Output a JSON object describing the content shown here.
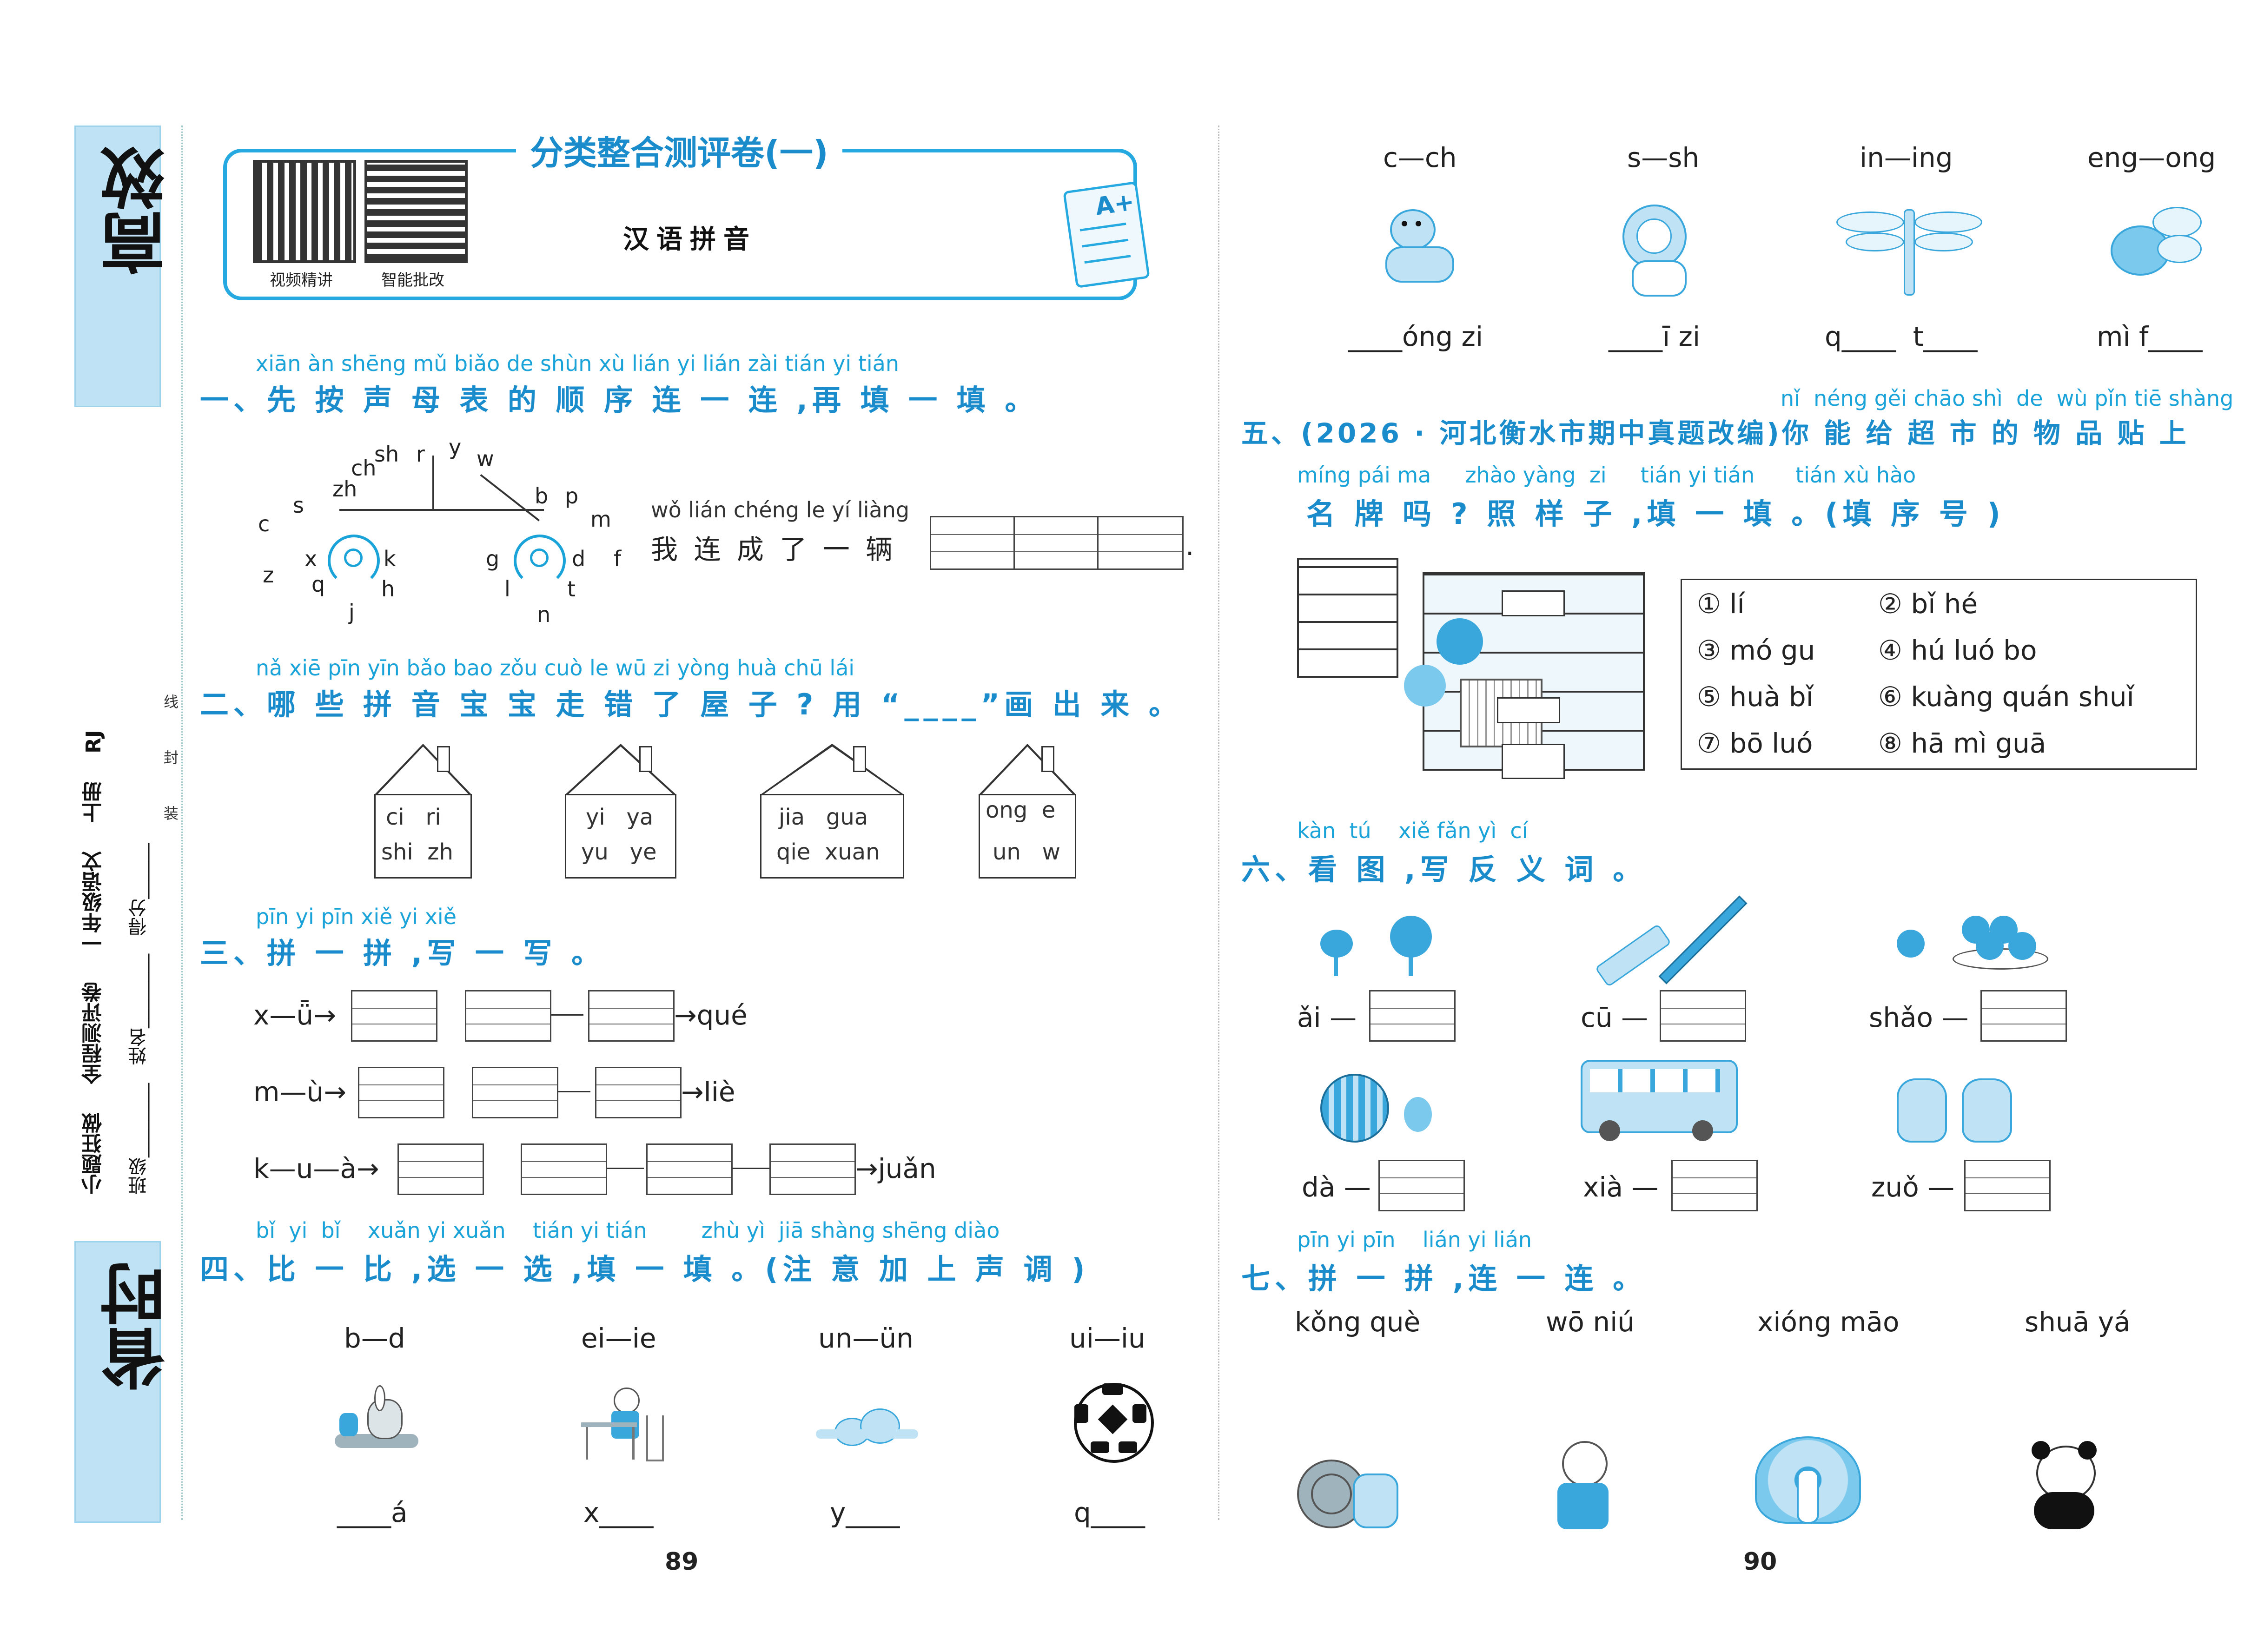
{
  "sidebar": {
    "top_big": "高效",
    "bottom_big": "省时",
    "series": "小题狂做",
    "series2": "全程测评卷",
    "grade": "一年级语文",
    "volume": "上册",
    "edition": "RJ",
    "field_class": "班级",
    "field_name": "姓名",
    "field_score": "得分",
    "cut_mark1": "线",
    "cut_mark2": "封",
    "cut_mark3": "装"
  },
  "header": {
    "title": "分类整合测评卷(一)",
    "subtitle": "汉语拼音",
    "qr1_label": "视频精讲",
    "qr2_label": "智能批改",
    "grade_badge": "A+"
  },
  "q1": {
    "pinyin": "xiān àn shēng mǔ biǎo de shùn xù lián yi lián  zài tián yi tián",
    "text": "一、先 按 声 母 表 的 顺 序 连 一 连 ,再 填 一 填 。",
    "letters": [
      "sh",
      "r",
      "y",
      "w",
      "ch",
      "zh",
      "b",
      "p",
      "s",
      "m",
      "c",
      "f",
      "x",
      "k",
      "g",
      "d",
      "z",
      "q",
      "h",
      "l",
      "t",
      "j",
      "n"
    ],
    "answer_pinyin": "wǒ lián chéng  le  yí  liàng",
    "answer_text": "我 连  成  了 一  辆",
    "period": "."
  },
  "q2": {
    "pinyin": "nǎ xiē pīn yīn bǎo bao zǒu cuò  le  wū  zi      yòng             huà chū lái",
    "text": "二、哪 些 拼 音 宝 宝 走 错 了 屋 子 ?  用 “____”画 出 来 。",
    "houses": [
      {
        "row1": "ci   ri",
        "row2": "shi  zh"
      },
      {
        "row1": "yi   ya",
        "row2": "yu   ye"
      },
      {
        "row1": "jia   gua",
        "row2": "qie  xuan"
      },
      {
        "row1": "ong  e",
        "row2": "un   w"
      }
    ]
  },
  "q3": {
    "pinyin": "pīn yi pīn   xiě yi xiě",
    "text": "三、拼 一 拼 ,写 一 写 。",
    "rows": [
      {
        "start": "x—ǖ→",
        "end": "→qué"
      },
      {
        "start": "m—ù→",
        "end": "→liè"
      },
      {
        "start": "k—u—à→",
        "end": "→juǎn"
      }
    ]
  },
  "q4": {
    "pinyin": "bǐ  yi  bǐ    xuǎn yi xuǎn    tián yi tián        zhù yì  jiā shàng shēng diào",
    "text": "四、比 一 比 ,选  一  选 ,填 一 填 。(注 意 加  上   声  调 )",
    "pairs": [
      "b—d",
      "ei—ie",
      "un—ün",
      "ui—iu"
    ],
    "blanks": [
      "____á",
      "x____",
      "y____",
      "q____"
    ]
  },
  "page_left": "89",
  "page_right": "90",
  "q4b": {
    "pairs": [
      "c—ch",
      "s—sh",
      "in—ing",
      "eng—ong"
    ],
    "blanks": [
      "____óng zi",
      "____ī zi",
      "q____  t____",
      "mì f____"
    ]
  },
  "q5": {
    "pinyin1": "nǐ  néng gěi chāo shì  de  wù pǐn tiē shàng",
    "text1": "五、(2026 · 河北衡水市期中真题改编)你  能  给  超  市 的 物 品 贴  上",
    "pinyin2": "míng pái ma     zhào yàng  zi     tián yi tián      tián xù hào",
    "text2": "名 牌 吗 ?  照  样  子 ,填 一 填 。(填 序 号 )",
    "options": [
      "① lí",
      "② bǐ hé",
      "③ mó gu",
      "④ hú luó bo",
      "⑤ huà bǐ",
      "⑥ kuàng quán shuǐ",
      "⑦ bō luó",
      "⑧ hā mì guā"
    ]
  },
  "q6": {
    "pinyin": "kàn  tú    xiě fǎn yì  cí",
    "text": "六、看 图 ,写 反 义 词 。",
    "items": [
      "ǎi —",
      "cū —",
      "shǎo —",
      "dà —",
      "xià —",
      "zuǒ —"
    ]
  },
  "q7": {
    "pinyin": "pīn yi pīn    lián yi lián",
    "text": "七、拼 一 拼 ,连 一 连 。",
    "words": [
      "kǒng què",
      "wō niú",
      "xióng māo",
      "shuā yá"
    ]
  }
}
